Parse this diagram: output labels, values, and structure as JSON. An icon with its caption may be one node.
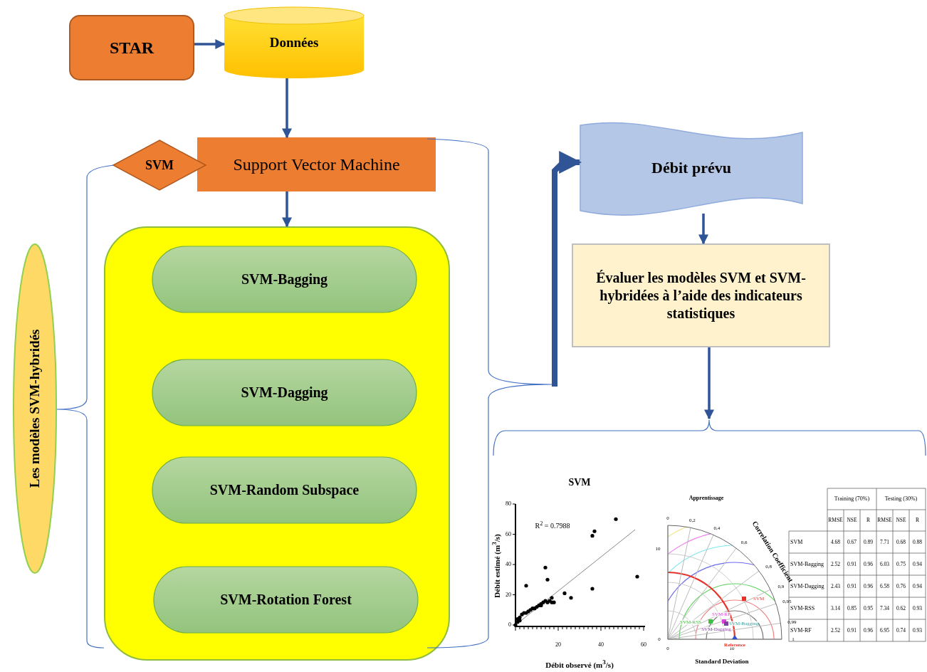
{
  "diagram": {
    "nodes": [
      {
        "text": [
          "STAR"
        ]
      },
      {
        "text": [
          "Données"
        ]
      },
      {
        "text": [
          "Support Vector Machine"
        ]
      },
      {
        "text": [
          "SVM"
        ]
      },
      {
        "text": [],
        "shape": "box"
      },
      {
        "text": [
          "SVM-Bagging"
        ],
        "in": 4
      },
      {
        "text": [
          "SVM-Dagging"
        ],
        "in": 4
      },
      {
        "text": [
          "SVM-Random Subspace"
        ],
        "in": 4
      },
      {
        "text": [
          "SVM-Rotation Forest"
        ],
        "in": 4
      },
      {
        "text": [
          "Les modèles SVM-hybridés"
        ]
      },
      {
        "text": [
          "Débit prévu"
        ]
      },
      {
        "text": [
          "Évaluer les modèles SVM et SVM-hybridées à l’aide des indicateurs statistiques"
        ]
      },
      {
        "text": [],
        "shape": "bracket"
      },
      {
        "text": [],
        "shape": "bracket"
      },
      {
        "text": [],
        "shape": "bracket"
      }
    ],
    "edges": [
      {
        "from": 0,
        "to": 1,
        "arrow": "to"
      },
      {
        "from": 1,
        "to": 2,
        "arrow": "to"
      },
      {
        "from": 2,
        "to": 4,
        "arrow": "to"
      },
      {
        "from": 13,
        "to": 10,
        "arrow": "to",
        "style": "thick"
      },
      {
        "from": 10,
        "to": 11,
        "arrow": "to"
      },
      {
        "from": 11,
        "to": 14,
        "arrow": "to"
      }
    ],
    "labels": [
      "SVM",
      "R$^{2}$ = 0.7988",
      "80",
      "60",
      "40",
      "20",
      "0",
      "20",
      "40",
      "60",
      "Débit estimé (m$^{3}$/s)",
      "Débit observé (m$^{3}$/s)",
      "Apprentissage",
      "0",
      "0,2",
      "0,4",
      "0,6",
      "0,8",
      "0,9",
      "0,95",
      "0,99",
      "1",
      "Correlation Coefficient",
      "10",
      "0",
      "0",
      "10",
      "SVM",
      "SVM-RF",
      "SVM-RSS",
      "SVM-Bagging",
      "SVM-Dagging",
      "Reference",
      "Standard Deviation",
      "Training (70%)",
      "Testing (30%)",
      "RMSE",
      "NSE",
      "R",
      "RMSE",
      "NSE",
      "R",
      "SVM",
      "4.68",
      "0.67",
      "0.89",
      "7.71",
      "0.68",
      "0.88",
      "SVM-Bagging",
      "2.52",
      "0.91",
      "0.96",
      "6.03",
      "0.75",
      "0.94",
      "SVM-Dagging",
      "2.43",
      "0.91",
      "0.96",
      "6.58",
      "0.76",
      "0.94",
      "SVM-RSS",
      "3.14",
      "0.85",
      "0.95",
      "7.34",
      "0.62",
      "0.93",
      "SVM-RF",
      "2.52",
      "0.91",
      "0.96",
      "6.95",
      "0.74",
      "0.93"
    ]
  }
}
